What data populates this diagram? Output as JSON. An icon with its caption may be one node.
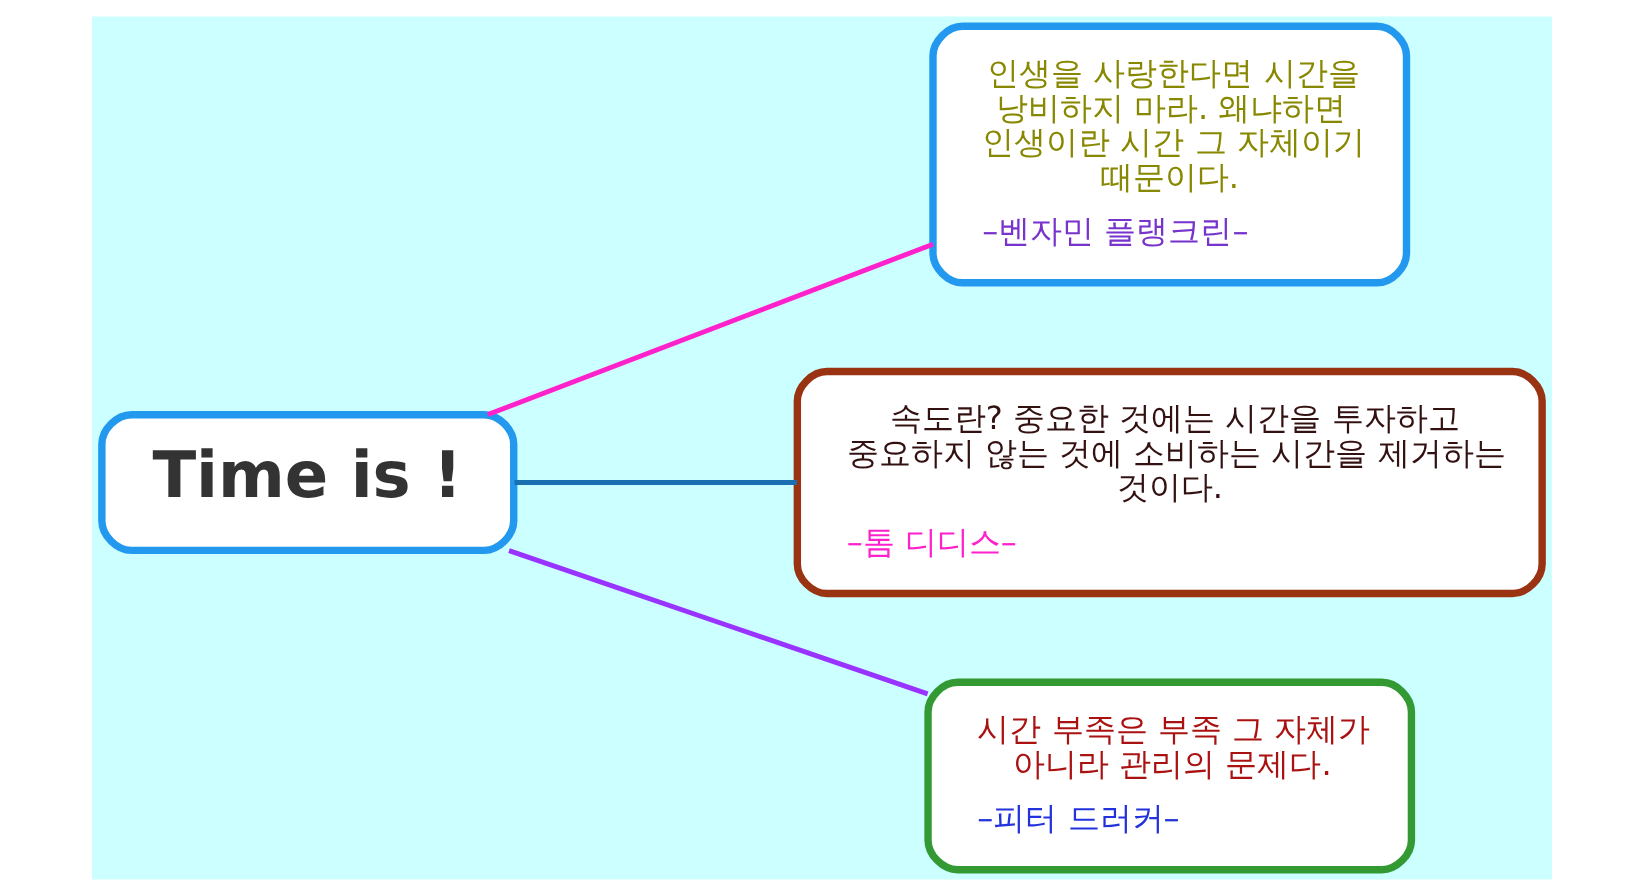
{
  "diagram": {
    "nodes": [
      {
        "text": [
          "Time is !"
        ]
      },
      {
        "text": [
          "인생을 사랑한다면 시간을 낭비하지 마라. 왜냐하면 인생이란 시간 그 자체이기 때문이다.",
          "–벤자민 플랭크린–"
        ]
      },
      {
        "text": [
          "속도란? 중요한 것에는 시간을 투자하고 중요하지 않는 것에 소비하는 시간을 제거하는 것이다.",
          "–톰 디디스–"
        ]
      },
      {
        "text": [
          "시간 부족은 부족 그 자체가 아니라 관리의 문제다.",
          "–피터 드러커–"
        ]
      }
    ],
    "edges": [
      {
        "from": 0,
        "to": 1,
        "arrow": "none",
        "color": "#ff22cc"
      },
      {
        "from": 0,
        "to": 2,
        "arrow": "none",
        "color": "#1a6fb0"
      },
      {
        "from": 0,
        "to": 3,
        "arrow": "none",
        "color": "#9933ff"
      }
    ]
  }
}
